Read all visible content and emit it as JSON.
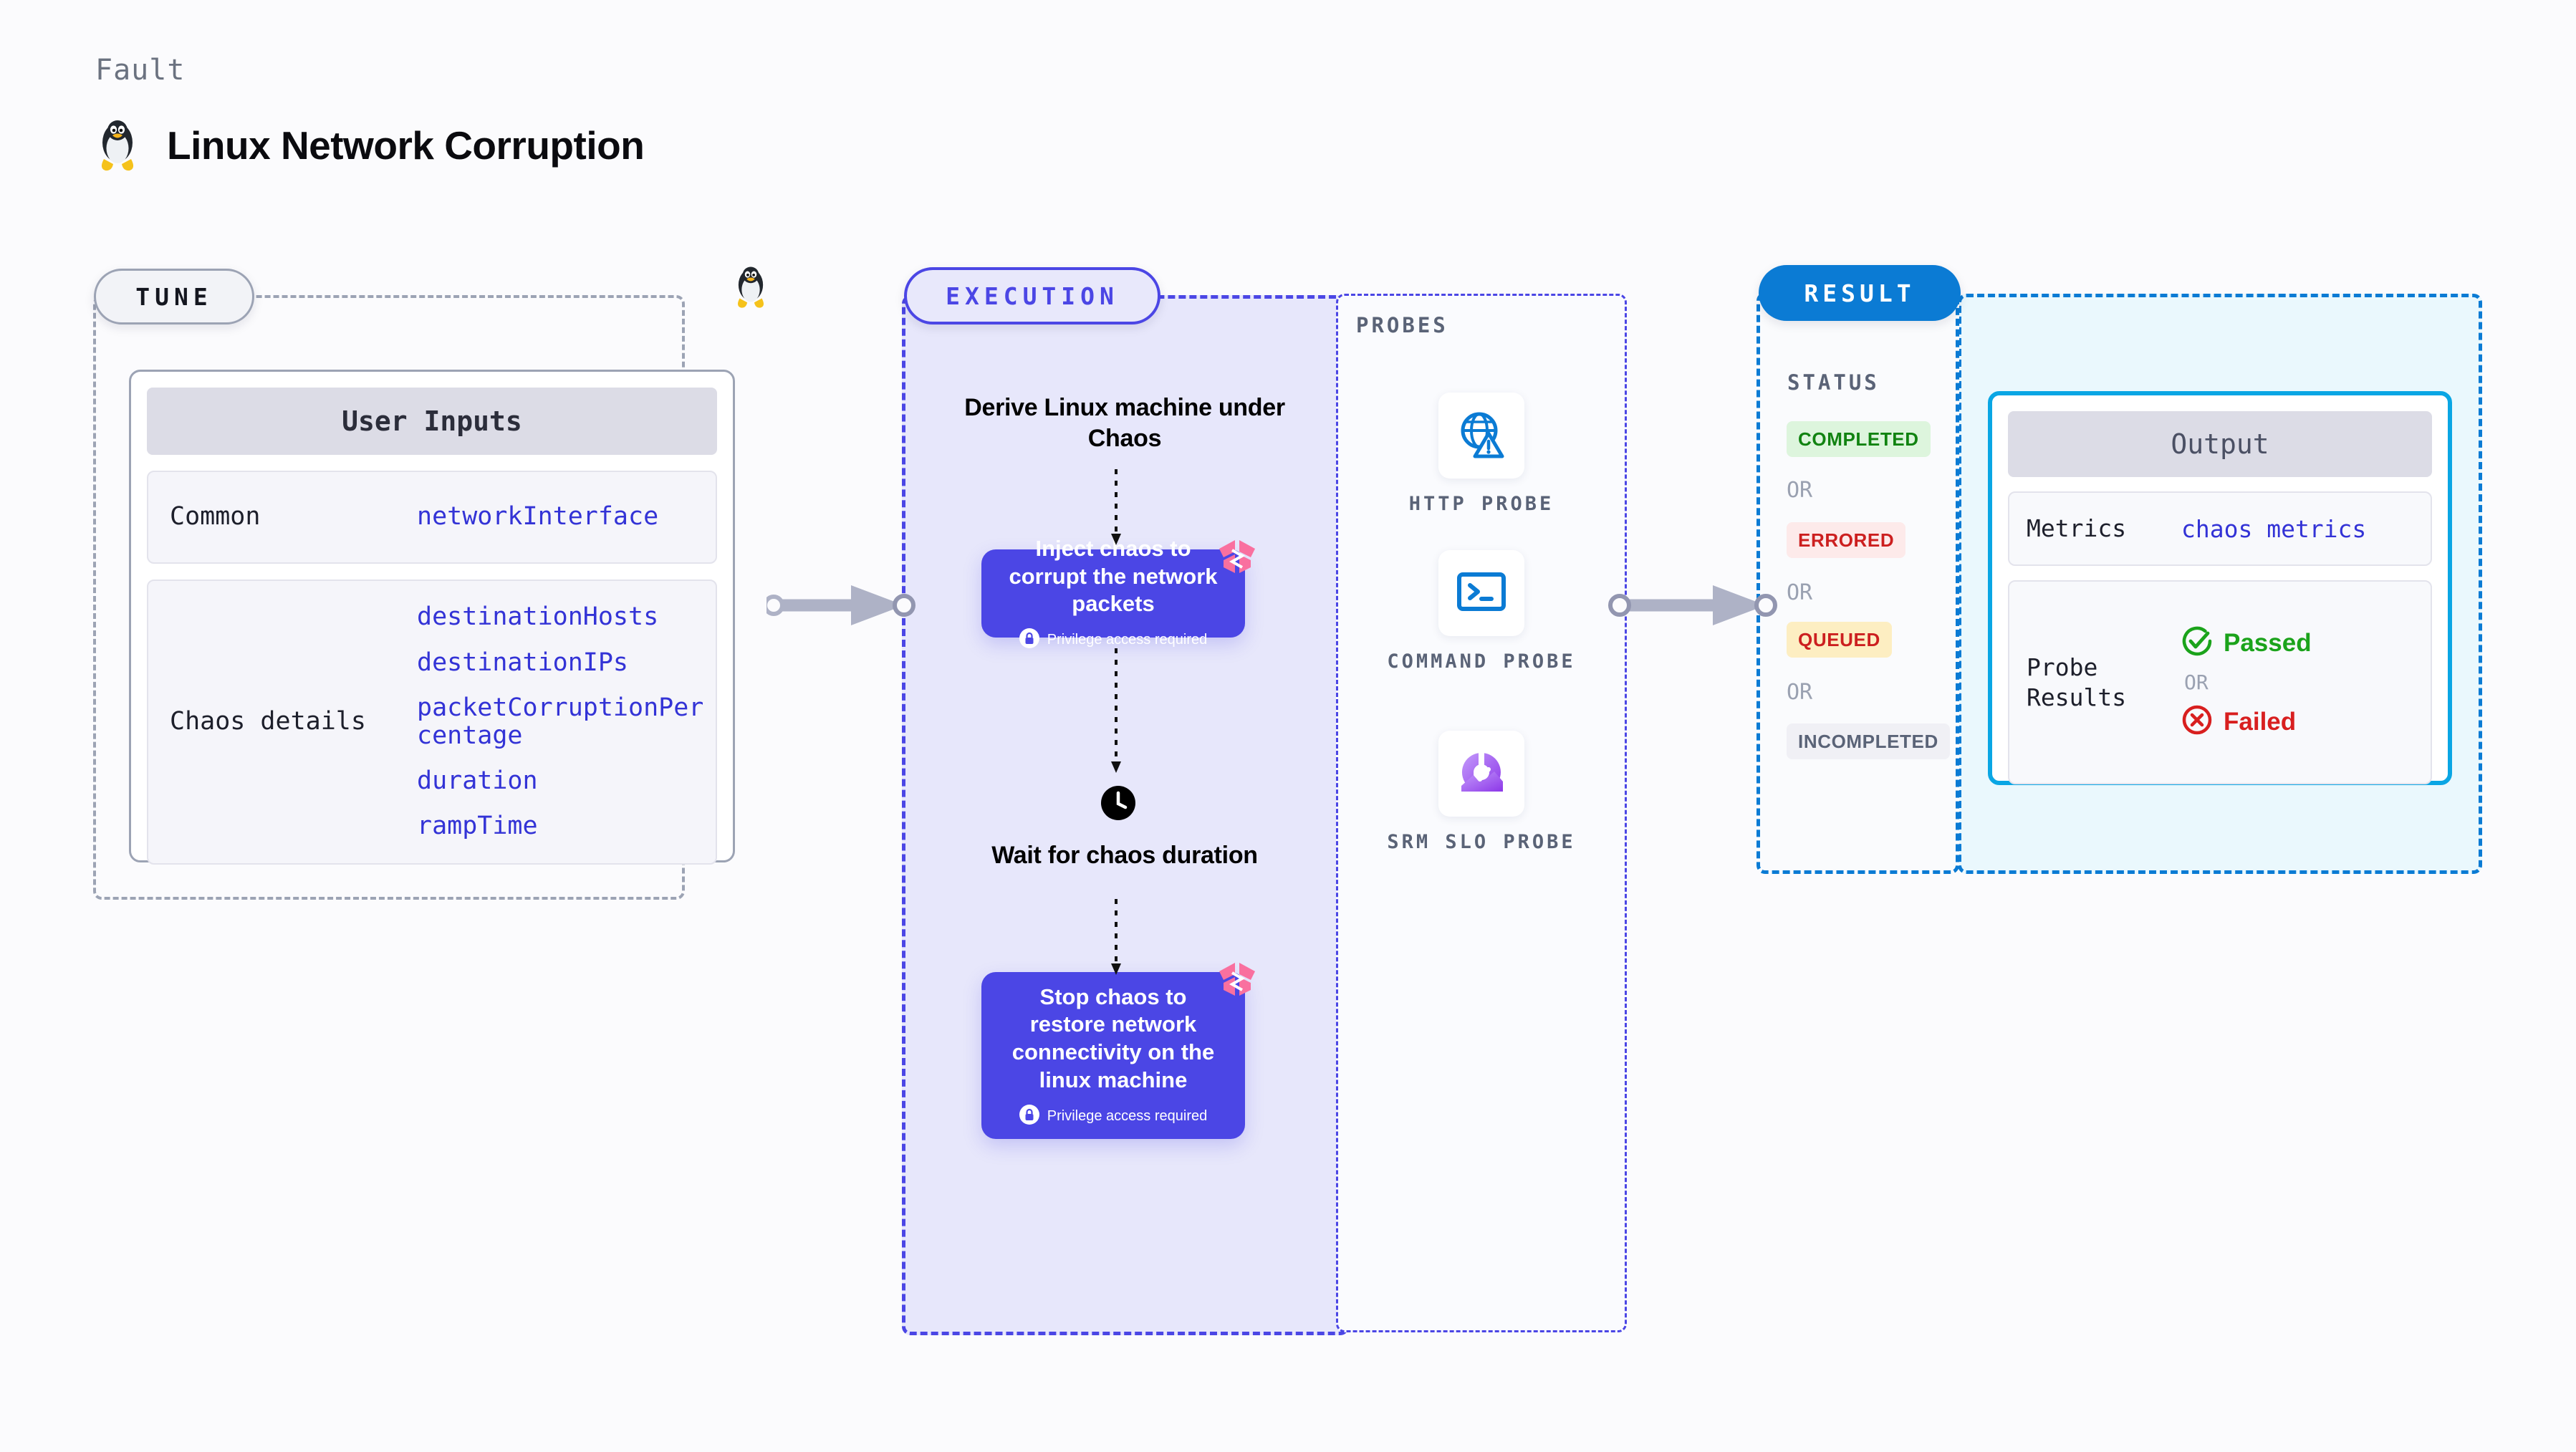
{
  "header": {
    "kicker": "Fault",
    "title": "Linux Network Corruption",
    "icon": "linux-penguin-icon"
  },
  "tune": {
    "pill_label": "TUNE",
    "panel_title": "User Inputs",
    "rows": [
      {
        "key": "Common",
        "values": [
          "networkInterface"
        ]
      },
      {
        "key": "Chaos details",
        "values": [
          "destinationHosts",
          "destinationIPs",
          "packetCorruptionPercentage",
          "duration",
          "rampTime"
        ]
      }
    ]
  },
  "execution": {
    "pill_label": "EXECUTION",
    "step1_title": "Derive Linux machine under Chaos",
    "card1_text": "Inject chaos to corrupt the network packets",
    "card1_badge": "Privilege access required",
    "wait_title": "Wait for chaos duration",
    "card2_text": "Stop chaos to restore network connectivity on the linux machine",
    "card2_badge": "Privilege access required"
  },
  "probes": {
    "label": "PROBES",
    "items": [
      {
        "name": "HTTP PROBE",
        "icon": "globe-warning-icon"
      },
      {
        "name": "COMMAND PROBE",
        "icon": "terminal-prompt-icon"
      },
      {
        "name": "SRM SLO PROBE",
        "icon": "slo-donut-check-icon"
      }
    ]
  },
  "result": {
    "pill_label": "RESULT",
    "status_label": "STATUS",
    "or_label": "OR",
    "statuses": [
      "COMPLETED",
      "ERRORED",
      "QUEUED",
      "INCOMPLETED"
    ],
    "output": {
      "panel_title": "Output",
      "metrics_key": "Metrics",
      "metrics_value": "chaos metrics",
      "probe_results_key": "Probe Results",
      "passed_label": "Passed",
      "failed_label": "Failed",
      "or_label": "OR"
    }
  },
  "colors": {
    "indigo": "#4b46e5",
    "blue": "#0b7bd4",
    "cyan": "#0aa6e4",
    "link": "#3333d6",
    "gray_border": "#9ca3b4",
    "pink": "#f9709f",
    "green": "#1ba31b",
    "red": "#d81f1f"
  }
}
